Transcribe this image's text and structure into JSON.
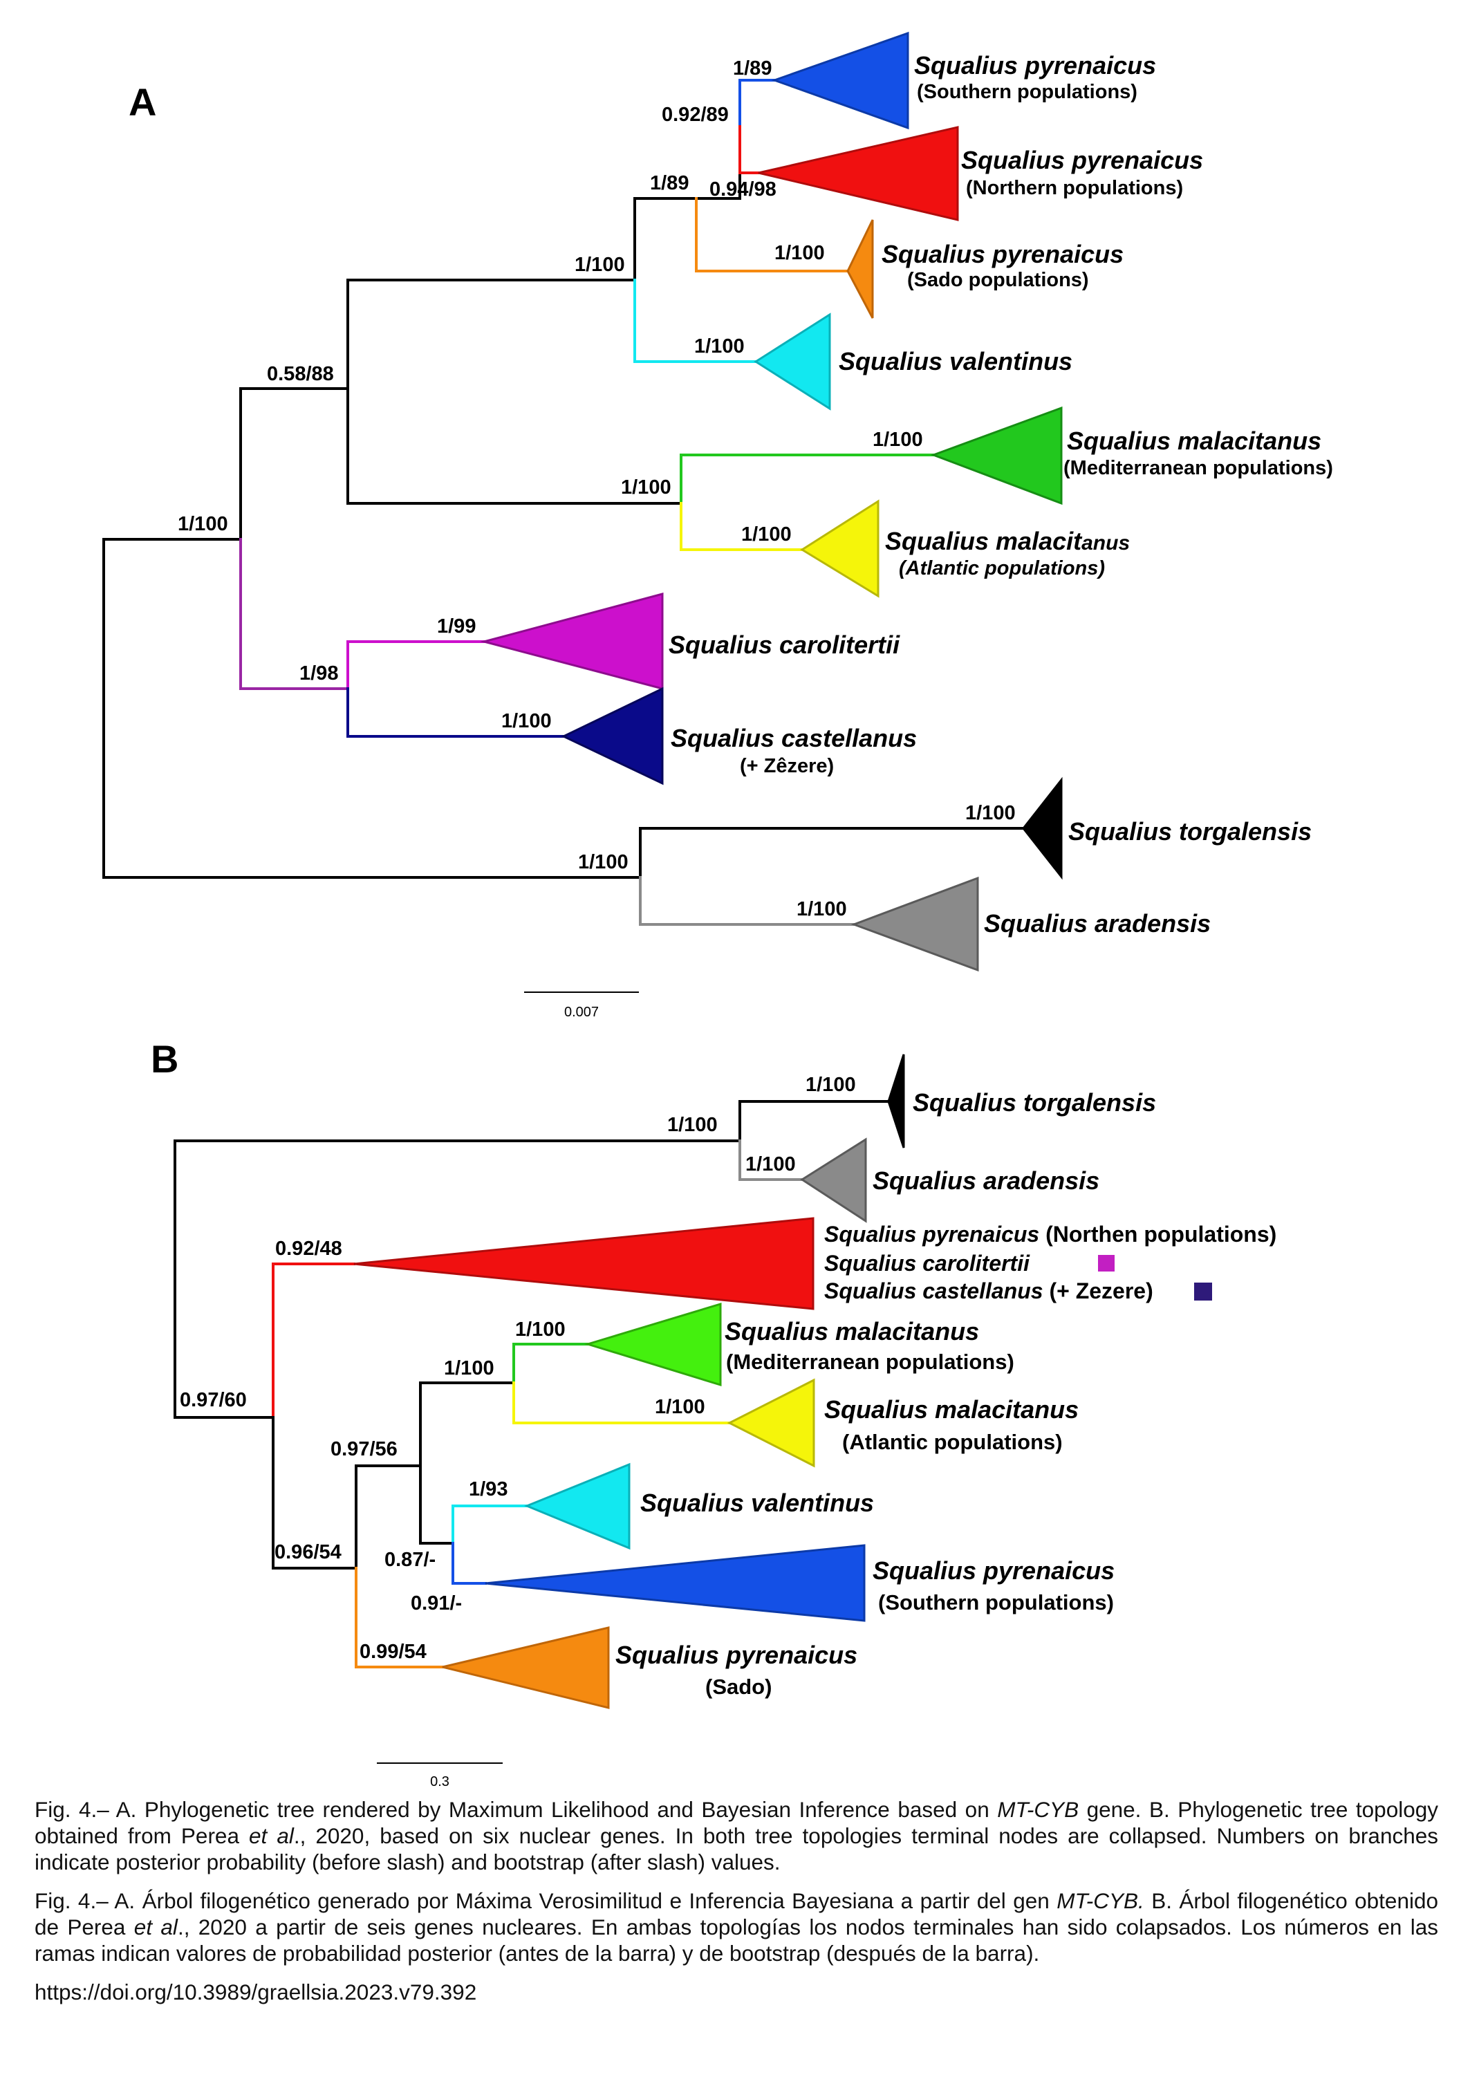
{
  "panel_a": {
    "letter": "A",
    "supports": {
      "n_pyr_south": "1/89",
      "n_pyr_sn": "0.92/89",
      "n_pyr_north": "0.94/98",
      "n_pyr_all": "1/89",
      "n_pyr_sado": "1/100",
      "n_pyr_val": "1/100",
      "n_val": "1/100",
      "n_upper": "0.58/88",
      "n_mal_mediterranean": "1/100",
      "n_mal": "1/100",
      "n_mal_atlantic": "1/100",
      "n_ingroup": "1/100",
      "n_carolitertii": "1/99",
      "n_car_cas": "1/98",
      "n_castellanus": "1/100",
      "n_torgalensis": "1/100",
      "n_tor_ara": "1/100",
      "n_aradensis": "1/100"
    },
    "taxa": {
      "pyr_south": {
        "name": "Squalius pyrenaicus",
        "sub": "(Southern populations)"
      },
      "pyr_north": {
        "name": "Squalius pyrenaicus",
        "sub": "(Northern populations)"
      },
      "pyr_sado": {
        "name": "Squalius pyrenaicus",
        "sub": "(Sado populations)"
      },
      "valentinus": {
        "name": "Squalius valentinus"
      },
      "mal_med": {
        "name": "Squalius malacitanus",
        "sub": "(Mediterranean populations)"
      },
      "mal_atl_a": "Squalius malacit",
      "mal_atl_b": "anus",
      "mal_atl_sub": "(Atlantic populations)",
      "carolitertii": {
        "name": "Squalius carolitertii"
      },
      "castellanus": {
        "name": "Squalius castellanus",
        "sub": "(+ Zêzere)"
      },
      "torgalensis": {
        "name": "Squalius torgalensis"
      },
      "aradensis": {
        "name": "Squalius aradensis"
      }
    },
    "scale_label": "0.007"
  },
  "panel_b": {
    "letter": "B",
    "supports": {
      "n_torgalensis": "1/100",
      "n_tor_ara": "1/100",
      "n_aradensis": "1/100",
      "n_north": "0.92/48",
      "n_root": "0.97/60",
      "n_mal_med": "1/100",
      "n_mal": "1/100",
      "n_mal_atl": "1/100",
      "n_val_mal": "0.97/56",
      "n_rest": "0.96/54",
      "n_valentinus": "1/93",
      "n_val_south": "0.87/-",
      "n_south": "0.91/-",
      "n_sado": "0.99/54"
    },
    "taxa": {
      "torgalensis": {
        "name": "Squalius torgalensis"
      },
      "aradensis": {
        "name": "Squalius aradensis"
      },
      "north_line1_name": "Squalius pyrenaicus",
      "north_line1_rest": " (Northen populations)",
      "north_line2_name": "Squalius carolitertii",
      "north_line3_name": "Squalius castellanus",
      "north_line3_rest": " (+ Zezere)",
      "mal_med": {
        "name": "Squalius malacitanus",
        "sub": "(Mediterranean populations)"
      },
      "mal_atl": {
        "name": "Squalius malacitanus",
        "sub": "(Atlantic populations)"
      },
      "valentinus": {
        "name": "Squalius valentinus"
      },
      "pyr_south": {
        "name": "Squalius pyrenaicus",
        "sub": "(Southern populations)"
      },
      "pyr_sado": {
        "name": "Squalius pyrenaicus",
        "sub": "(Sado)"
      }
    },
    "legend_colors": {
      "carolitertii": "#c21fc2",
      "castellanus": "#2e1a7a"
    },
    "scale_label": "0.3"
  },
  "colors": {
    "black": "#000000",
    "blue": "#1450e6",
    "red": "#f01010",
    "orange": "#f58a10",
    "cyan": "#12e8f0",
    "green": "#22c81e",
    "bright_green": "#44f00e",
    "yellow": "#f5f50a",
    "magenta": "#cc10cc",
    "purple": "#9a26a4",
    "navy": "#0a0a8a",
    "grey": "#8a8a8a"
  },
  "captions": {
    "english": {
      "p1": "Fig. 4.– A. Phylogenetic tree rendered by Maximum Likelihood and Bayesian Inference based on ",
      "gene": "MT-CYB",
      "p2": " gene. B. Phylogenetic tree topology obtained from Perea ",
      "etal": "et al",
      "p3": "., 2020, based on six nuclear genes. In both tree topologies terminal nodes are collapsed. Numbers on branches indicate posterior probability (before slash) and bootstrap (after slash) values."
    },
    "spanish": {
      "p1": "Fig. 4.– A. Árbol filogenético generado por Máxima Verosimilitud e Inferencia Bayesiana a partir del gen ",
      "gene": "MT-CYB.",
      "p2": " B. Árbol filogenético obtenido de Perea ",
      "etal": "et al",
      "p3": "., 2020 a partir de seis genes nucleares. En ambas topologías los nodos terminales han sido colapsados. Los números en las ramas indican valores de probabilidad posterior (antes de la barra) y de bootstrap (después de la barra)."
    },
    "doi": "https://doi.org/10.3989/graellsia.2023.v79.392"
  }
}
